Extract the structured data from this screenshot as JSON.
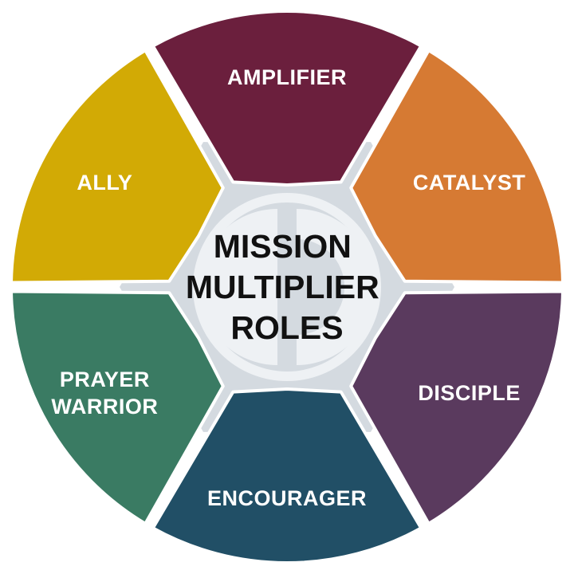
{
  "center": {
    "lines": [
      "MISSION",
      "MULTIPLIER",
      "ROLES"
    ]
  },
  "roles": [
    {
      "id": "amplifier",
      "lines": [
        "AMPLIFIER"
      ],
      "color": "#6b1f3d"
    },
    {
      "id": "catalyst",
      "lines": [
        "CATALYST"
      ],
      "color": "#d67a33"
    },
    {
      "id": "disciple",
      "lines": [
        "DISCIPLE"
      ],
      "color": "#5a3a5e"
    },
    {
      "id": "encourager",
      "lines": [
        "ENCOURAGER"
      ],
      "color": "#214f66"
    },
    {
      "id": "prayer-warrior",
      "lines": [
        "PRAYER",
        "WARRIOR"
      ],
      "color": "#3a7b63"
    },
    {
      "id": "ally",
      "lines": [
        "ALLY"
      ],
      "color": "#d2aa05"
    }
  ],
  "colors": {
    "hex_background": "#d4dae0",
    "watermark": "#eef1f4",
    "center_text": "#111111",
    "segment_text": "#ffffff"
  },
  "watermark_icon": "mission-logo-icon"
}
